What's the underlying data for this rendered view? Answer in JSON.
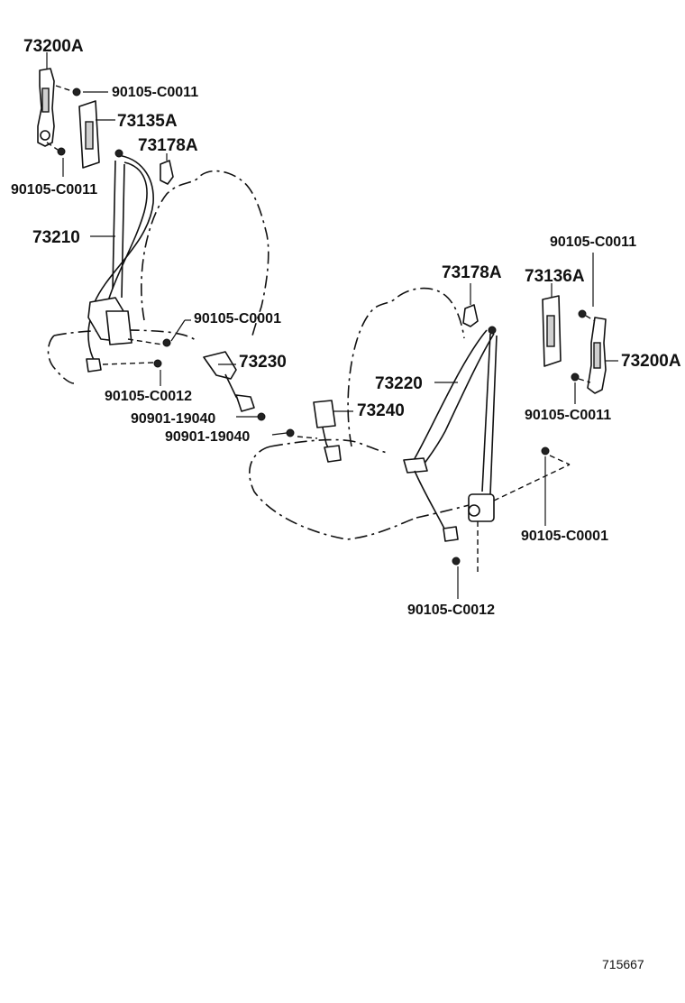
{
  "labels": {
    "l_73200A_left": "73200A",
    "l_90105_C0011_a": "90105-C0011",
    "l_73135A": "73135A",
    "l_73178A_left": "73178A",
    "l_90105_C0011_b": "90105-C0011",
    "l_73210": "73210",
    "l_90105_C0001_left": "90105-C0001",
    "l_73230": "73230",
    "l_90105_C0012_left": "90105-C0012",
    "l_90901_19040_a": "90901-19040",
    "l_90901_19040_b": "90901-19040",
    "l_73240": "73240",
    "l_73220": "73220",
    "l_73178A_right": "73178A",
    "l_73136A": "73136A",
    "l_90105_C0011_c": "90105-C0011",
    "l_73200A_right": "73200A",
    "l_90105_C0011_d": "90105-C0011",
    "l_90105_C0001_right": "90105-C0001",
    "l_90105_C0012_right": "90105-C0012"
  },
  "reference_number": "715667"
}
